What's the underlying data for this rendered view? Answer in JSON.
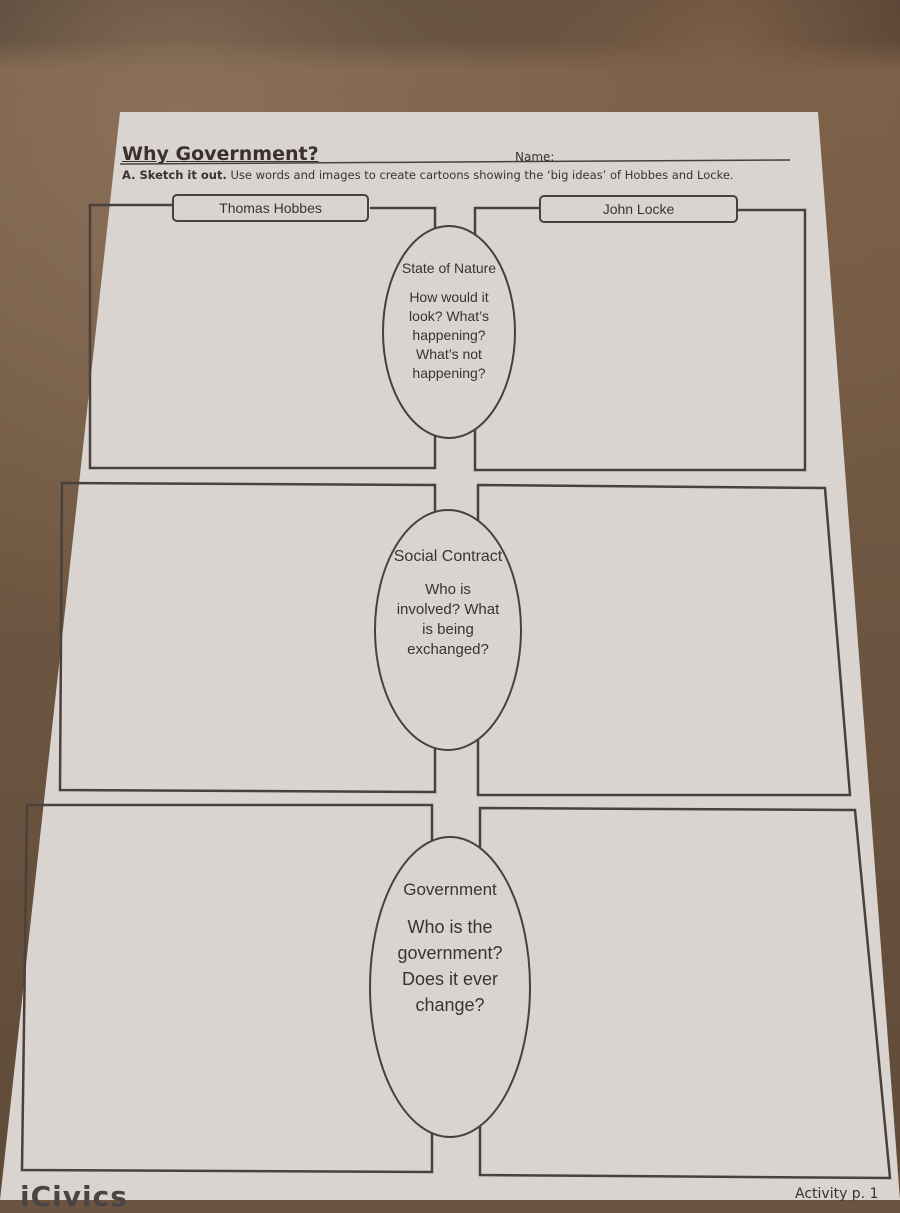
{
  "worksheet": {
    "title": "Why Government?",
    "name_label": "Name:",
    "instruction_bold": "A. Sketch it out.",
    "instruction_text": "Use words and images to create cartoons showing  the ‘big ideas’ of Hobbes and Locke.",
    "columns": [
      "Thomas Hobbes",
      "John Locke"
    ],
    "rows": [
      {
        "heading": "State of Nature",
        "prompt": "How would it look? What’s happening? What’s not happening?"
      },
      {
        "heading": "Social Contract",
        "prompt": "Who is involved? What is being exchanged?"
      },
      {
        "heading": "Government",
        "prompt": "Who is the government? Does it ever change?"
      }
    ],
    "footer_logo": "iCivics",
    "footer_page": "Activity p. 1"
  },
  "colors": {
    "paper": "#dcd6d2",
    "ink": "#4a403c",
    "table": "#6b5440"
  }
}
